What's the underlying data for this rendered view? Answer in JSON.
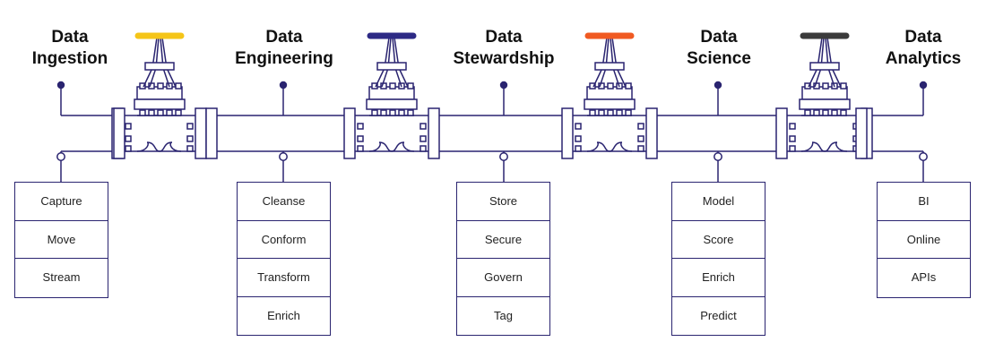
{
  "colors": {
    "line": "#2a2470",
    "dot": "#2a2470",
    "valve_handles": [
      "#f5c518",
      "#2d2a85",
      "#f05a22",
      "#3b3b3b"
    ]
  },
  "stages": [
    {
      "title_line1": "Data",
      "title_line2": "Ingestion",
      "tasks": [
        "Capture",
        "Move",
        "Stream"
      ]
    },
    {
      "title_line1": "Data",
      "title_line2": "Engineering",
      "tasks": [
        "Cleanse",
        "Conform",
        "Transform",
        "Enrich"
      ]
    },
    {
      "title_line1": "Data",
      "title_line2": "Stewardship",
      "tasks": [
        "Store",
        "Secure",
        "Govern",
        "Tag"
      ]
    },
    {
      "title_line1": "Data",
      "title_line2": "Science",
      "tasks": [
        "Model",
        "Score",
        "Enrich",
        "Predict"
      ]
    },
    {
      "title_line1": "Data",
      "title_line2": "Analytics",
      "tasks": [
        "BI",
        "Online",
        "APIs"
      ]
    }
  ]
}
